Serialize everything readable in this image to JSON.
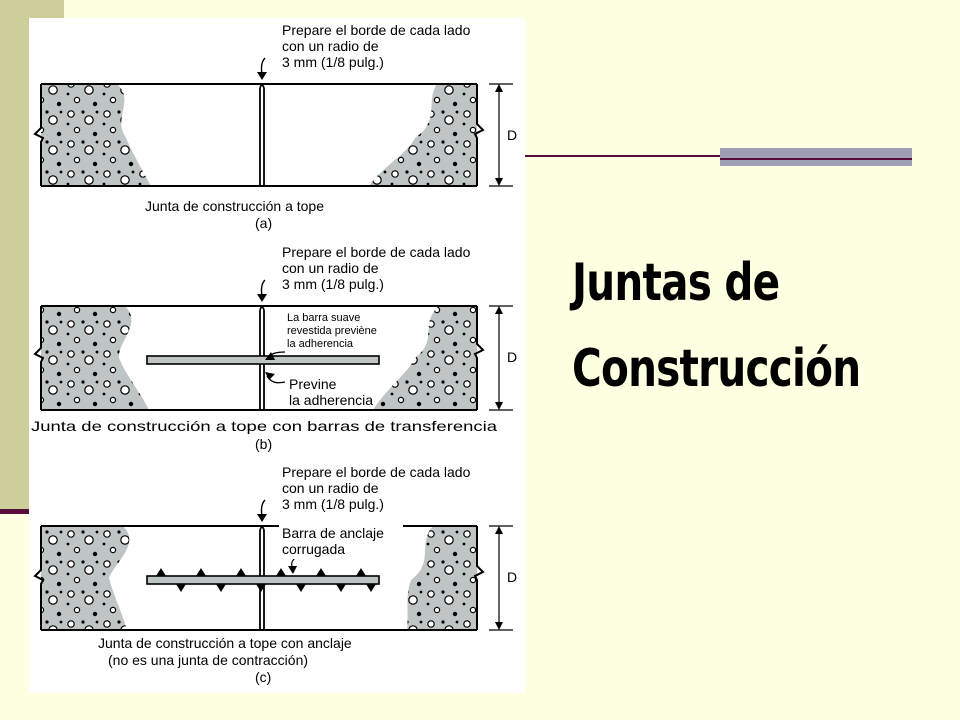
{
  "slide": {
    "title_line1": "Juntas de",
    "title_line2": "Construcción"
  },
  "figure": {
    "note_line1": "Prepare el borde de cada lado",
    "note_line2": "con un radio de",
    "note_line3": "3 mm (1/8 pulg.)",
    "depth_label": "D",
    "a": {
      "caption": "Junta de construcción a tope",
      "letter": "(a)"
    },
    "b": {
      "caption": "Junta de construcción a tope con barras de transferencia",
      "letter": "(b)",
      "bar_label_line1": "La barra suave",
      "bar_label_line2": "revestida previène",
      "bar_label_line3": "la adherencia",
      "prevent_line1": "Previne",
      "prevent_line2": "la adherencia"
    },
    "c": {
      "caption_line1": "Junta de construcción a tope con anclaje",
      "caption_line2": "(no es una junta de contracción)",
      "letter": "(c)",
      "bar_label_line1": "Barra de anclaje",
      "bar_label_line2": "corrugada"
    }
  },
  "colors": {
    "background": "#FFFFE1",
    "band": "#CECE9B",
    "accent": "#5A0D3A",
    "concrete": "#BFC4C4"
  }
}
